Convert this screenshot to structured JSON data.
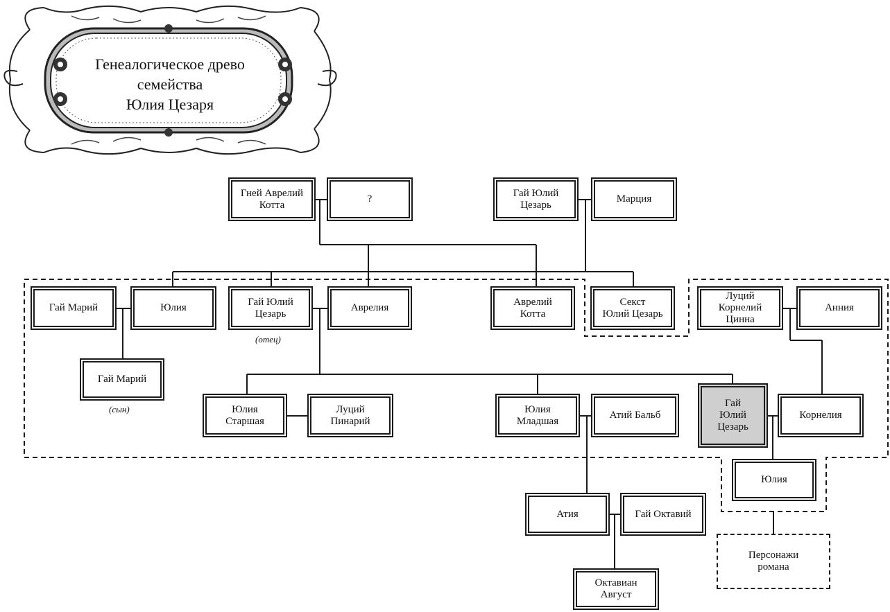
{
  "title": "Генеалогическое древо\nсемейства\nЮлия Цезаря",
  "people": {
    "gnei_avrely_kotta": "Гней Аврелий\nКотта",
    "unknown_wife": "?",
    "gai_yuly_caesar_grandfather": "Гай Юлий\nЦезарь",
    "marcia": "Марция",
    "gai_mary": "Гай Марий",
    "yulia_aunt": "Юлия",
    "gai_yuly_caesar_father": "Гай Юлий\nЦезарь",
    "avrelia": "Аврелия",
    "avrely_kotta": "Аврелий\nКотта",
    "sekst_yuly_caesar": "Секст\nЮлий Цезарь",
    "lucius_cornelius_cinna": "Луций\nКорнелий\nЦинна",
    "annia": "Анния",
    "gai_mary_son": "Гай Марий",
    "yulia_starshaya": "Юлия\nСтаршая",
    "lucius_pinarius": "Луций\nПинарий",
    "yulia_mladshaya": "Юлия\nМладшая",
    "atius_balbus": "Атий Бальб",
    "gai_yuly_caesar": "Гай\nЮлий\nЦезарь",
    "cornelia": "Корнелия",
    "yulia_daughter": "Юлия",
    "atia": "Атия",
    "gai_octavius": "Гай Октавий",
    "octavian_august": "Октавиан\nАвгуст"
  },
  "notes": {
    "father": "(отец)",
    "son": "(сын)"
  },
  "legend": {
    "novel_characters": "Персонажи\nромана"
  },
  "colors": {
    "line": "#1a1a1a",
    "highlight": "#cfcfcf"
  }
}
